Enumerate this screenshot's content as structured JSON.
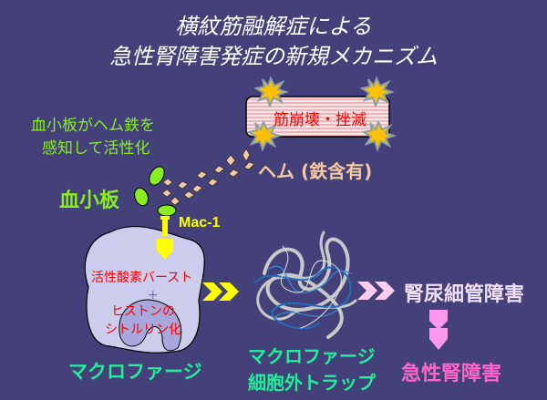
{
  "title": {
    "line1": "横紋筋融解症による",
    "line2": "急性腎障害発症の新規メカニズム"
  },
  "muscle_box": {
    "label": "筋崩壊・挫滅"
  },
  "heme": {
    "label": "ヘム (鉄含有)"
  },
  "platelet_note": {
    "line1": "血小板がヘム鉄を",
    "line2": "感知して活性化"
  },
  "platelet": {
    "label": "血小板"
  },
  "receptor": {
    "label": "Mac-1"
  },
  "macrophage": {
    "label": "マクロファージ",
    "ros": "活性酸素バースト",
    "histone_line1": "ヒストンの",
    "histone_line2": "シトルリン化"
  },
  "net": {
    "line1": "マクロファージ",
    "line2": "細胞外トラップ"
  },
  "tubular": {
    "label": "腎尿細管障害"
  },
  "aki": {
    "label": "急性腎障害"
  },
  "colors": {
    "background": "#444079",
    "green": "#88ee22",
    "teal": "#22ee99",
    "yellow": "#ffff00",
    "pink": "#ff66cc",
    "red": "#ff0000"
  }
}
